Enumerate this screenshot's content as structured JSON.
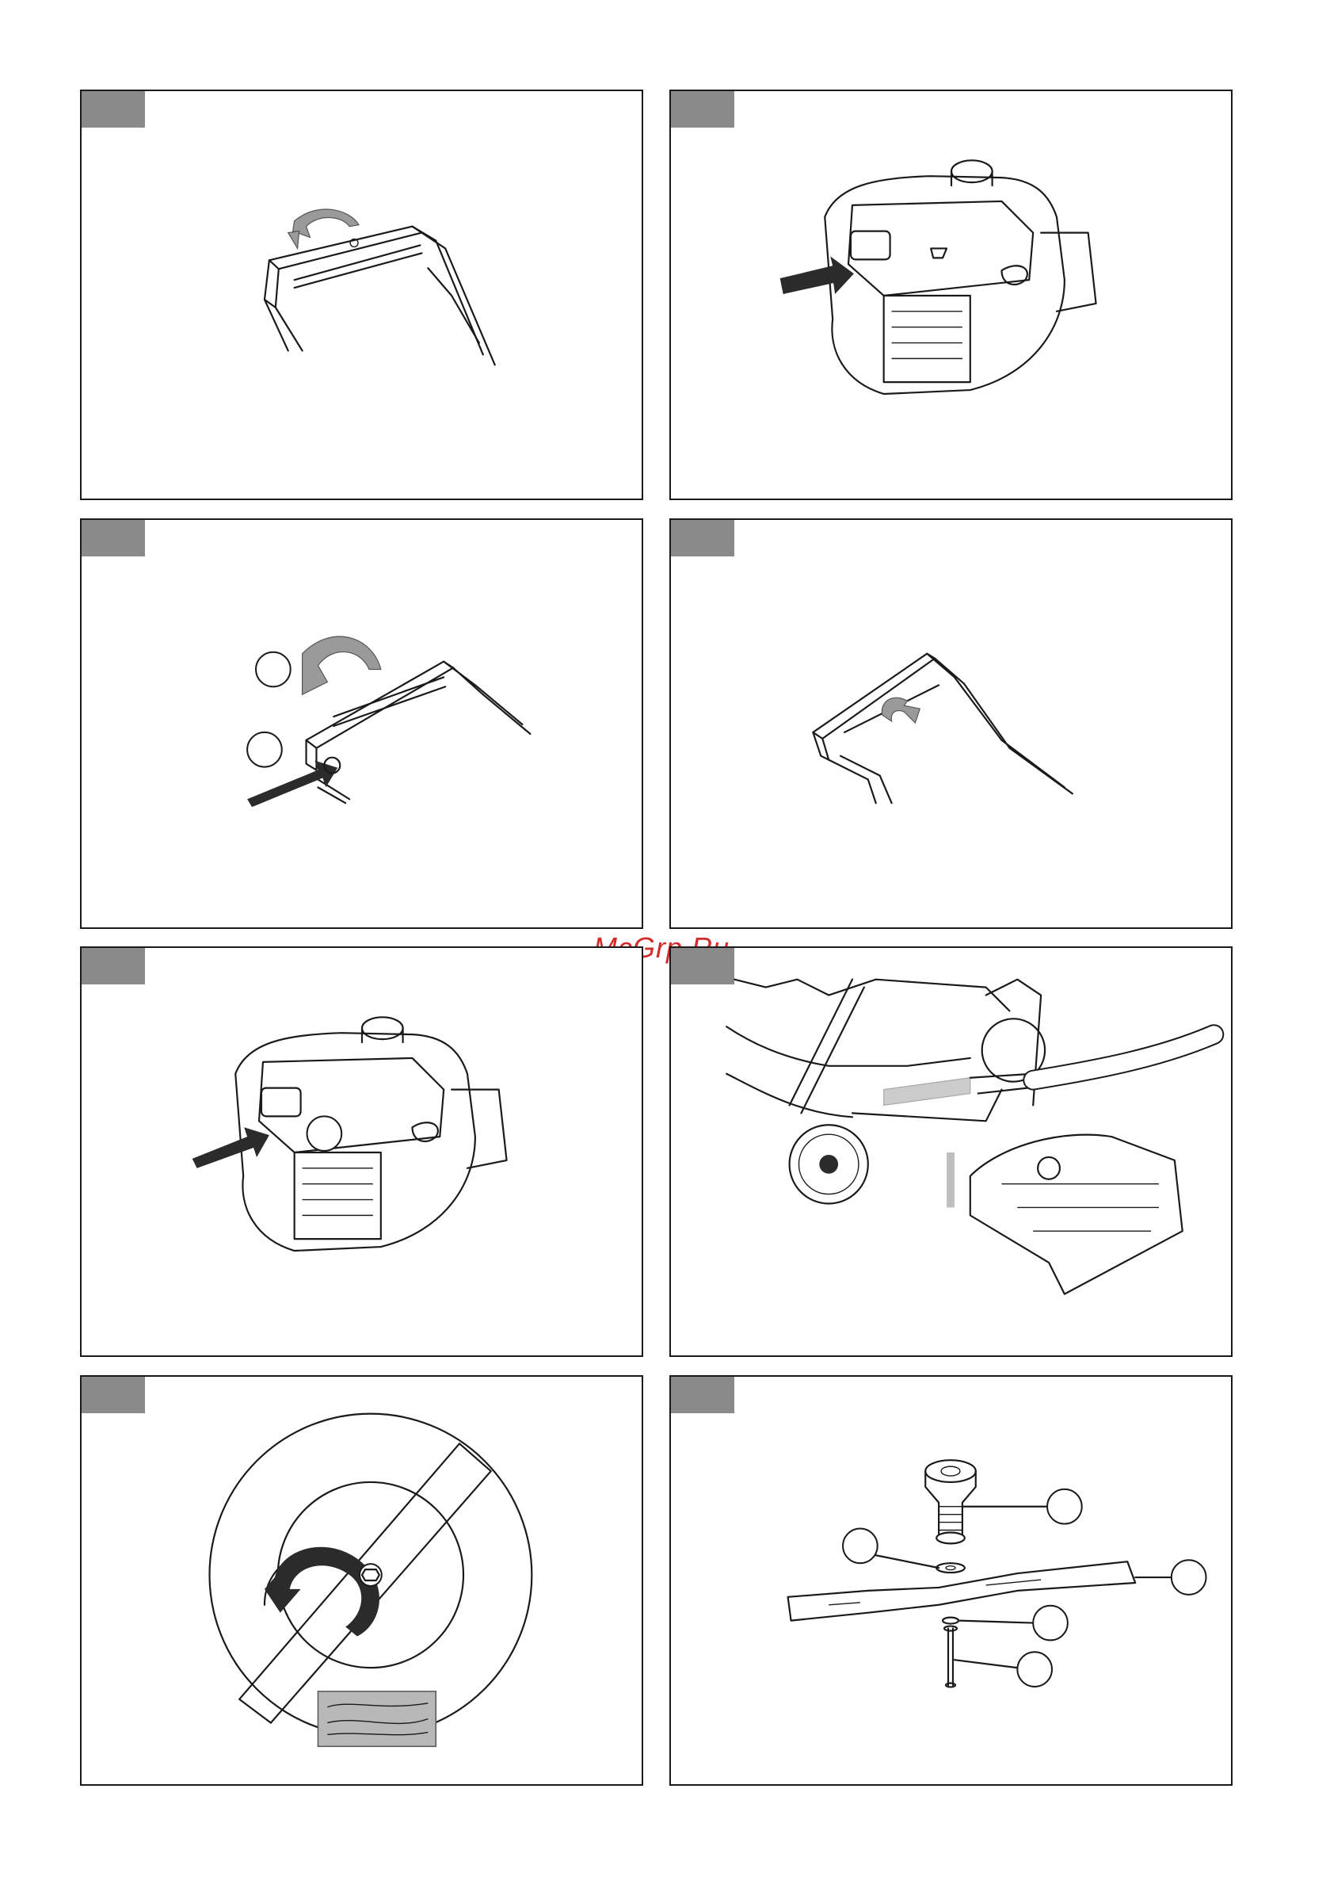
{
  "watermark": {
    "text": "McGrp.Ru",
    "color": "#d42a2a"
  },
  "panels": [
    {
      "id": 1,
      "illustration": "handle-fold-rotate"
    },
    {
      "id": 2,
      "illustration": "engine-push-throttle"
    },
    {
      "id": 3,
      "illustration": "handle-unlock-pull"
    },
    {
      "id": 4,
      "illustration": "handle-rotate-back"
    },
    {
      "id": 5,
      "illustration": "engine-pull-starter"
    },
    {
      "id": 6,
      "illustration": "deck-wash-hose"
    },
    {
      "id": 7,
      "illustration": "blade-loosen-bolt"
    },
    {
      "id": 8,
      "illustration": "blade-assembly-exploded"
    }
  ],
  "colors": {
    "tab": "#8a8a8a",
    "border": "#1a1a1a",
    "arrow": "#9a9a9a"
  }
}
